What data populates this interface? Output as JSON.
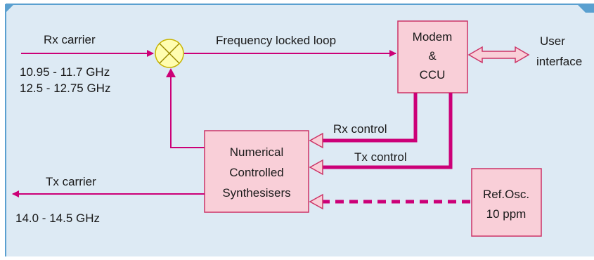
{
  "colors": {
    "background": "#ddeaf4",
    "frame_line": "#5aa0d0",
    "signal": "#cc0077",
    "block_fill": "#f9cfd8",
    "block_stroke": "#cc3366",
    "mixer_fill": "#fffdb0",
    "mixer_stroke": "#c8b400"
  },
  "blocks": {
    "modem": {
      "lines": [
        "Modem",
        "&",
        "CCU"
      ]
    },
    "synth": {
      "lines": [
        "Numerical",
        "Controlled",
        "Synthesisers"
      ]
    },
    "refosc": {
      "lines": [
        "Ref.Osc.",
        "10 ppm"
      ]
    }
  },
  "labels": {
    "rx_carrier": "Rx carrier",
    "rx_band_1": "10.95 - 11.7 GHz",
    "rx_band_2": "12.5 - 12.75 GHz",
    "fll": "Frequency locked loop",
    "user_interface_1": "User",
    "user_interface_2": "interface",
    "rx_control": "Rx control",
    "tx_control": "Tx control",
    "tx_carrier": "Tx carrier",
    "tx_band": "14.0 - 14.5 GHz"
  },
  "icons": {
    "mixer": "mixer-icon",
    "bidirectional": "double-arrow-icon"
  }
}
